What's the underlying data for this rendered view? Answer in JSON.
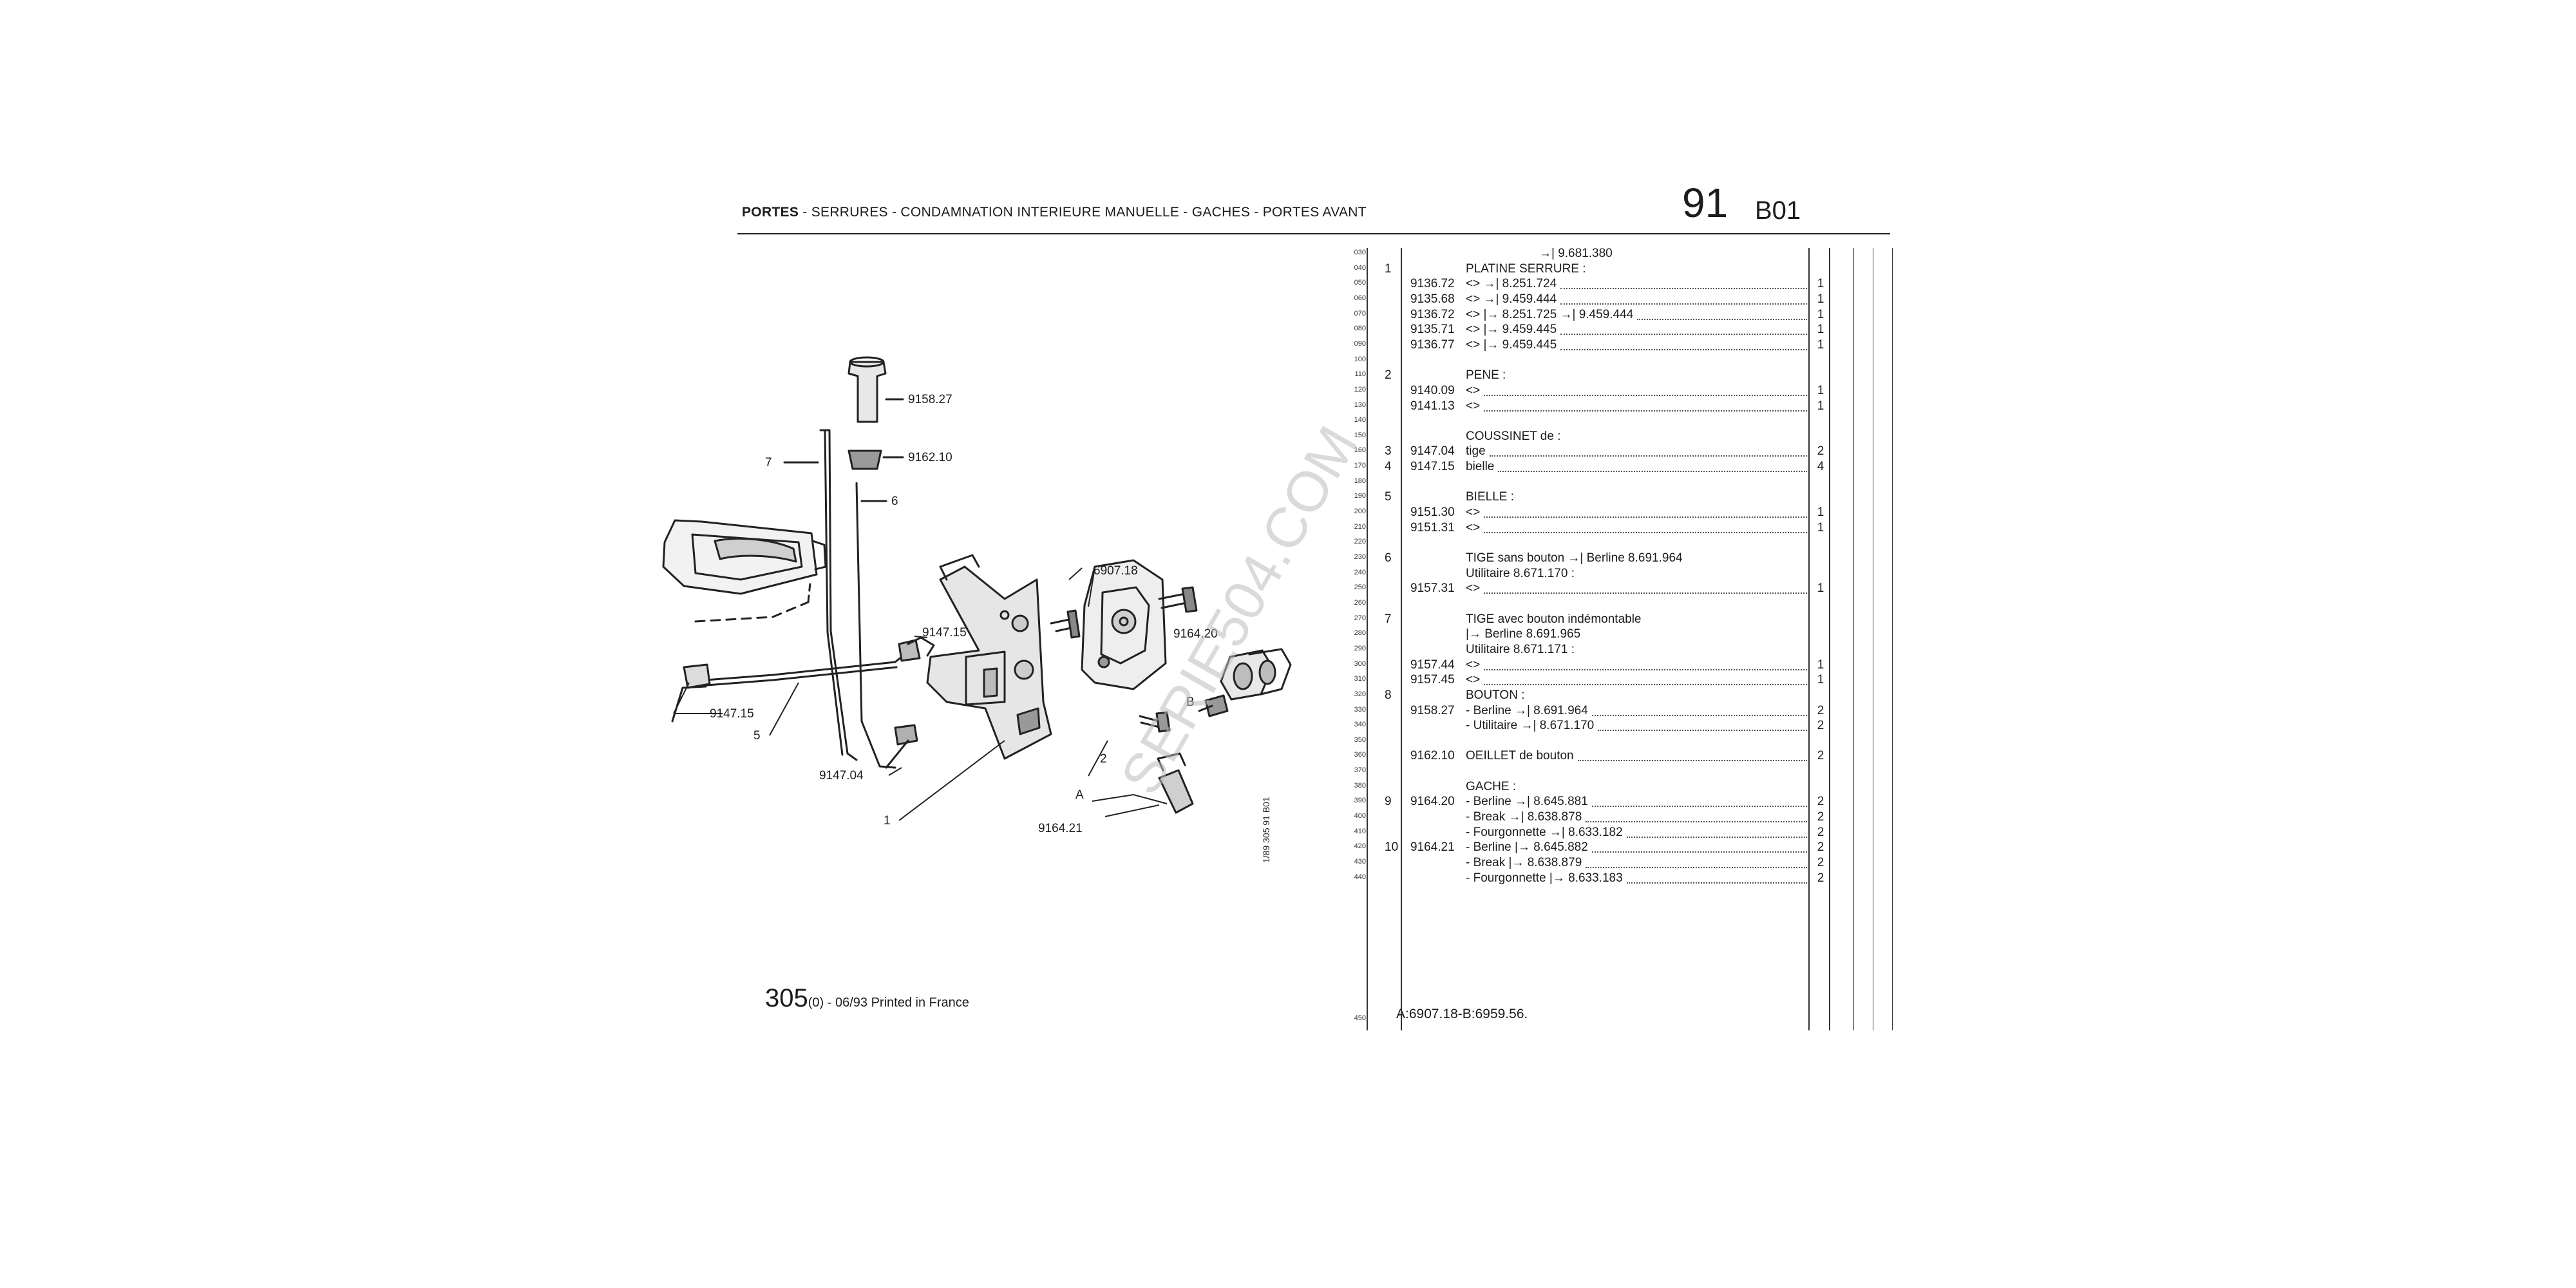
{
  "header": {
    "title_bold": "PORTES",
    "title_rest": " - SERRURES - CONDAMNATION INTERIEURE MANUELLE - GACHES - PORTES AVANT",
    "page_number": "91",
    "section_code": "B01"
  },
  "footer": {
    "model": "305",
    "variant": "(0)",
    "print_info": " - 06/93 Printed in France",
    "side_code": "1/89 305 91 B01",
    "notes": "A:6907.18-B:6959.56."
  },
  "watermark": "SERIE504.COM",
  "diagram_labels": [
    "9158.27",
    "9162.10",
    "7",
    "6",
    "6907.18",
    "9147.15",
    "9164.20",
    "9147.15",
    "5",
    "9147.04",
    "1",
    "2",
    "A",
    "B",
    "9164.21"
  ],
  "line_numbers": [
    "030",
    "040",
    "050",
    "060",
    "070",
    "080",
    "090",
    "100",
    "110",
    "120",
    "130",
    "140",
    "150",
    "160",
    "170",
    "180",
    "190",
    "200",
    "210",
    "220",
    "230",
    "240",
    "250",
    "260",
    "270",
    "280",
    "290",
    "300",
    "310",
    "320",
    "330",
    "340",
    "350",
    "360",
    "370",
    "380",
    "390",
    "400",
    "410",
    "420",
    "430",
    "440",
    "450"
  ],
  "parts_rows": [
    {
      "no": "",
      "ref": "",
      "desc": "→| 9.681.380",
      "qty": "",
      "dots": false,
      "indent": true
    },
    {
      "no": "1",
      "ref": "",
      "desc": "PLATINE SERRURE :",
      "qty": "",
      "dots": false
    },
    {
      "no": "",
      "ref": "9136.72",
      "desc": "<> →| 8.251.724",
      "qty": "1",
      "dots": true
    },
    {
      "no": "",
      "ref": "9135.68",
      "desc": "<> →| 9.459.444",
      "qty": "1",
      "dots": true
    },
    {
      "no": "",
      "ref": "9136.72",
      "desc": "<> |→ 8.251.725 →| 9.459.444",
      "qty": "1",
      "dots": true
    },
    {
      "no": "",
      "ref": "9135.71",
      "desc": "<> |→ 9.459.445",
      "qty": "1",
      "dots": true
    },
    {
      "no": "",
      "ref": "9136.77",
      "desc": "<> |→ 9.459.445",
      "qty": "1",
      "dots": true
    },
    {
      "no": "",
      "ref": "",
      "desc": "",
      "qty": "",
      "dots": false
    },
    {
      "no": "2",
      "ref": "",
      "desc": "PENE :",
      "qty": "",
      "dots": false
    },
    {
      "no": "",
      "ref": "9140.09",
      "desc": "<>",
      "qty": "1",
      "dots": true
    },
    {
      "no": "",
      "ref": "9141.13",
      "desc": "<>",
      "qty": "1",
      "dots": true
    },
    {
      "no": "",
      "ref": "",
      "desc": "",
      "qty": "",
      "dots": false
    },
    {
      "no": "",
      "ref": "",
      "desc": "COUSSINET de :",
      "qty": "",
      "dots": false
    },
    {
      "no": "3",
      "ref": "9147.04",
      "desc": "tige",
      "qty": "2",
      "dots": true
    },
    {
      "no": "4",
      "ref": "9147.15",
      "desc": "bielle",
      "qty": "4",
      "dots": true
    },
    {
      "no": "",
      "ref": "",
      "desc": "",
      "qty": "",
      "dots": false
    },
    {
      "no": "5",
      "ref": "",
      "desc": "BIELLE :",
      "qty": "",
      "dots": false
    },
    {
      "no": "",
      "ref": "9151.30",
      "desc": "<>",
      "qty": "1",
      "dots": true
    },
    {
      "no": "",
      "ref": "9151.31",
      "desc": "<>",
      "qty": "1",
      "dots": true
    },
    {
      "no": "",
      "ref": "",
      "desc": "",
      "qty": "",
      "dots": false
    },
    {
      "no": "6",
      "ref": "",
      "desc": "TIGE sans bouton →| Berline 8.691.964",
      "qty": "",
      "dots": false
    },
    {
      "no": "",
      "ref": "",
      "desc": "Utilitaire 8.671.170 :",
      "qty": "",
      "dots": false
    },
    {
      "no": "",
      "ref": "9157.31",
      "desc": "<>",
      "qty": "1",
      "dots": true
    },
    {
      "no": "",
      "ref": "",
      "desc": "",
      "qty": "",
      "dots": false
    },
    {
      "no": "7",
      "ref": "",
      "desc": "TIGE avec bouton indémontable",
      "qty": "",
      "dots": false
    },
    {
      "no": "",
      "ref": "",
      "desc": "|→ Berline 8.691.965",
      "qty": "",
      "dots": false
    },
    {
      "no": "",
      "ref": "",
      "desc": "Utilitaire 8.671.171 :",
      "qty": "",
      "dots": false
    },
    {
      "no": "",
      "ref": "9157.44",
      "desc": "<>",
      "qty": "1",
      "dots": true
    },
    {
      "no": "",
      "ref": "9157.45",
      "desc": "<>",
      "qty": "1",
      "dots": true
    },
    {
      "no": "8",
      "ref": "",
      "desc": "BOUTON :",
      "qty": "",
      "dots": false
    },
    {
      "no": "",
      "ref": "9158.27",
      "desc": "- Berline →| 8.691.964",
      "qty": "2",
      "dots": true
    },
    {
      "no": "",
      "ref": "",
      "desc": "- Utilitaire →| 8.671.170",
      "qty": "2",
      "dots": true
    },
    {
      "no": "",
      "ref": "",
      "desc": "",
      "qty": "",
      "dots": false
    },
    {
      "no": "",
      "ref": "9162.10",
      "desc": "OEILLET de bouton",
      "qty": "2",
      "dots": true
    },
    {
      "no": "",
      "ref": "",
      "desc": "",
      "qty": "",
      "dots": false
    },
    {
      "no": "",
      "ref": "",
      "desc": "GACHE :",
      "qty": "",
      "dots": false
    },
    {
      "no": "9",
      "ref": "9164.20",
      "desc": "- Berline →| 8.645.881",
      "qty": "2",
      "dots": true
    },
    {
      "no": "",
      "ref": "",
      "desc": "- Break →| 8.638.878",
      "qty": "2",
      "dots": true
    },
    {
      "no": "",
      "ref": "",
      "desc": "- Fourgonnette →| 8.633.182",
      "qty": "2",
      "dots": true
    },
    {
      "no": "10",
      "ref": "9164.21",
      "desc": "- Berline |→ 8.645.882",
      "qty": "2",
      "dots": true
    },
    {
      "no": "",
      "ref": "",
      "desc": "- Break |→ 8.638.879",
      "qty": "2",
      "dots": true
    },
    {
      "no": "",
      "ref": "",
      "desc": "- Fourgonnette |→ 8.633.183",
      "qty": "2",
      "dots": true
    }
  ]
}
